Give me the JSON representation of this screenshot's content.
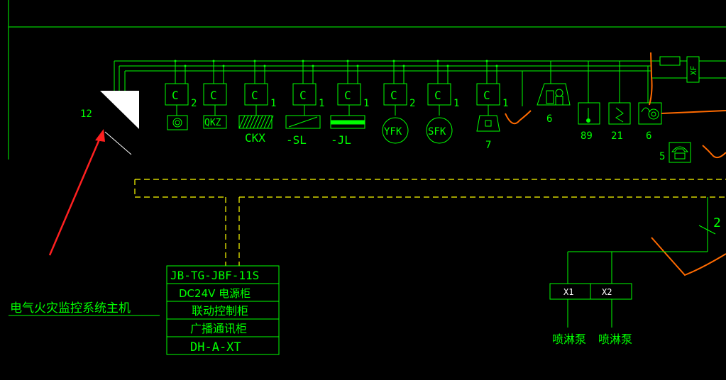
{
  "colors": {
    "background": "#000000",
    "wire": "#00ff00",
    "dashed_bus": "#ffff00",
    "annotation": "#ff6a00",
    "arrow": "#ff2020",
    "white": "#ffffff"
  },
  "host_terminal": {
    "label": "12"
  },
  "modules": [
    {
      "count": "2",
      "device_label": "",
      "device_icon": "smoke-detector-icon"
    },
    {
      "count": "",
      "device_label": "QKZ",
      "device_icon": "qkz-box-icon"
    },
    {
      "count": "1",
      "device_label": "CKX",
      "device_icon": "ckx-hatched-box-icon"
    },
    {
      "count": "1",
      "device_label": "-SL",
      "device_icon": "sl-box-icon"
    },
    {
      "count": "1",
      "device_label": "-JL",
      "device_icon": "jl-box-icon"
    },
    {
      "count": "2",
      "device_label": "YFK",
      "device_icon": "yfk-circle-icon"
    },
    {
      "count": "1",
      "device_label": "SFK",
      "device_icon": "sfk-circle-icon"
    },
    {
      "count": "1",
      "device_label": "7",
      "device_icon": "horn-icon"
    }
  ],
  "module_letter": "C",
  "right_devices": [
    {
      "label": "6",
      "icon": "manual-alarm-icon"
    },
    {
      "label": "89",
      "icon": "heat-detector-icon"
    },
    {
      "label": "21",
      "icon": "flame-detector-icon"
    },
    {
      "label": "6",
      "icon": "bell-icon"
    },
    {
      "label": "5",
      "icon": "telephone-icon"
    }
  ],
  "xf_box": {
    "label": "XF"
  },
  "branch_label": "2",
  "cabinet": {
    "rows": [
      "JB-TG-JBF-11S",
      "DC24V  电源柜",
      "联动控制柜",
      "广播通讯柜",
      "DH-A-XT"
    ]
  },
  "host_caption": "电气火灾监控系统主机",
  "pump_box": {
    "cells": [
      "X1",
      "X2"
    ],
    "labels": [
      "喷淋泵",
      "喷淋泵"
    ]
  }
}
